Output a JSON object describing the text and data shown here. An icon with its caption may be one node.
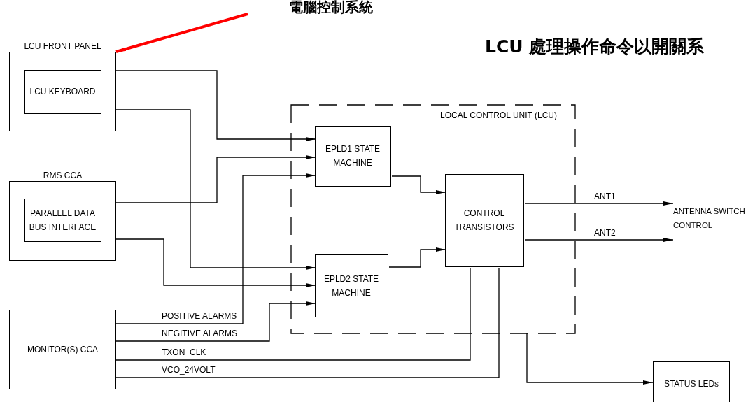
{
  "diagram": {
    "title": "LCU 處理操作命令以開關系",
    "nodes": [
      {
        "text": [
          "電腦控制系統"
        ]
      },
      {
        "text": [
          "LCU FRONT PANEL"
        ]
      },
      {
        "text": [
          "LCU KEYBOARD"
        ],
        "in": 1
      },
      {
        "text": [
          "RMS CCA"
        ]
      },
      {
        "text": [
          "PARALLEL DATA BUS INTERFACE"
        ],
        "in": 3
      },
      {
        "text": [
          "MONITOR(S) CCA"
        ]
      },
      {
        "text": [
          "LOCAL CONTROL UNIT (LCU)"
        ]
      },
      {
        "text": [
          "EPLD1 STATE MACHINE"
        ],
        "in": 6
      },
      {
        "text": [
          "EPLD2 STATE MACHINE"
        ],
        "in": 6
      },
      {
        "text": [
          "CONTROL TRANSISTORS"
        ],
        "in": 6
      },
      {
        "text": [
          "ANTENNA SWITCH CONTROL"
        ]
      },
      {
        "text": [
          "STATUS LEDs"
        ]
      }
    ],
    "edges": [
      {
        "from": 0,
        "to": 1,
        "arrow": "to",
        "style": "thick",
        "color": "#ff0000"
      },
      {
        "from": 1,
        "to": 7,
        "arrow": "to"
      },
      {
        "from": 1,
        "to": 8,
        "arrow": "to"
      },
      {
        "from": 3,
        "to": 7,
        "arrow": "to"
      },
      {
        "from": 3,
        "to": 8,
        "arrow": "to"
      },
      {
        "from": 5,
        "to": 7,
        "arrow": "to",
        "label": "POSITIVE ALARMS"
      },
      {
        "from": 5,
        "to": 8,
        "arrow": "to",
        "label": "NEGITIVE ALARMS"
      },
      {
        "from": 5,
        "to": 9,
        "arrow": "none",
        "label": "TXON_CLK"
      },
      {
        "from": 5,
        "to": 9,
        "arrow": "none",
        "label": "VCO_24VOLT"
      },
      {
        "from": 7,
        "to": 9,
        "arrow": "to"
      },
      {
        "from": 8,
        "to": 9,
        "arrow": "to"
      },
      {
        "from": 9,
        "to": 10,
        "arrow": "to",
        "label": "ANT1"
      },
      {
        "from": 9,
        "to": 10,
        "arrow": "to",
        "label": "ANT2"
      },
      {
        "from": 6,
        "to": 11,
        "arrow": "to"
      }
    ]
  }
}
